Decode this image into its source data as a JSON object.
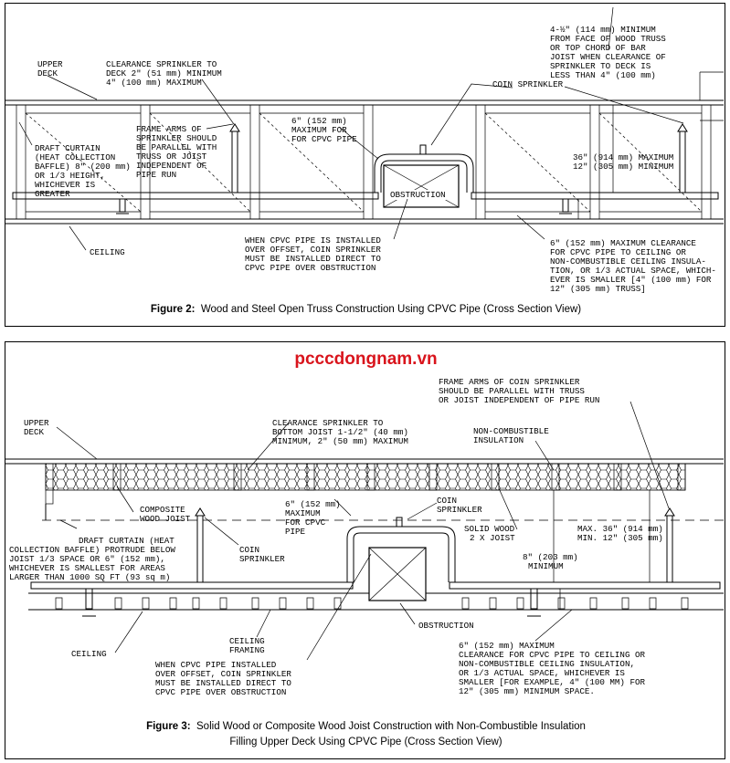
{
  "figure2": {
    "caption_num": "Figure 2:",
    "caption_text": "Wood and Steel Open Truss Construction Using CPVC Pipe (Cross Section View)",
    "labels": {
      "upper_deck": [
        "UPPER",
        "DECK"
      ],
      "clearance_sprinkler": [
        "CLEARANCE SPRINKLER TO",
        "DECK 2\" (51 mm) MINIMUM",
        "4\" (100 mm) MAXIMUM"
      ],
      "frame_arms": [
        "FRAME ARMS OF",
        "SPRINKLER SHOULD",
        "BE PARALLEL WITH",
        "TRUSS OR JOIST",
        "INDEPENDENT OF",
        "PIPE RUN"
      ],
      "draft_curtain": [
        "DRAFT CURTAIN",
        "(HEAT COLLECTION",
        "BAFFLE) 8\" (200 mm)",
        "OR 1/3 HEIGHT,",
        "WHICHEVER IS",
        "GREATER"
      ],
      "six_inch": [
        "6\" (152 mm)",
        "MAXIMUM FOR",
        "FOR CPVC PIPE"
      ],
      "coin_sprinkler": "COIN SPRINKLER",
      "obstruction": "OBSTRUCTION",
      "ceiling": "CEILING",
      "offset_note": [
        "WHEN CPVC PIPE IS INSTALLED",
        "OVER OFFSET, COIN SPRINKLER",
        "MUST BE INSTALLED DIRECT TO",
        "CPVC PIPE OVER OBSTRUCTION"
      ],
      "top_right": [
        "4-½\" (114 mm) MINIMUM",
        "FROM FACE OF WOOD TRUSS",
        "OR TOP CHORD OF BAR",
        "JOIST WHEN CLEARANCE OF",
        "SPRINKLER TO DECK IS",
        "LESS THAN 4\" (100 mm)"
      ],
      "max_min": [
        "36\" (914 mm) MAXIMUM",
        "12\" (305 mm) MINIMUM"
      ],
      "clearance_note": [
        "6\" (152 mm) MAXIMUM CLEARANCE",
        "FOR CPVC PIPE TO CEILING OR",
        "NON-COMBUSTIBLE CEILING INSULA-",
        "TION, OR 1/3 ACTUAL SPACE, WHICH-",
        "EVER IS SMALLER [4\" (100 mm) FOR",
        "12\" (305 mm) TRUSS]"
      ]
    }
  },
  "figure3": {
    "watermark": "pcccdongnam.vn",
    "caption_num": "Figure 3:",
    "caption_line1": "Solid Wood or Composite Wood Joist Construction with Non-Combustible Insulation",
    "caption_line2": "Filling Upper Deck Using CPVC Pipe (Cross Section View)",
    "labels": {
      "frame_arms": [
        "FRAME ARMS OF COIN SPRINKLER",
        "SHOULD BE PARALLEL WITH TRUSS",
        "OR JOIST INDEPENDENT OF PIPE RUN"
      ],
      "upper_deck": [
        "UPPER",
        "DECK"
      ],
      "clearance_sprinkler": [
        "CLEARANCE SPRINKLER TO",
        "BOTTOM JOIST 1-1/2\" (40 mm)",
        "MINIMUM, 2\" (50 mm) MAXIMUM"
      ],
      "non_combustible": [
        "NON-COMBUSTIBLE",
        "INSULATION"
      ],
      "composite": [
        "COMPOSITE",
        "WOOD JOIST"
      ],
      "six_inch": [
        "6\" (152 mm)",
        "MAXIMUM",
        "FOR CPVC",
        "PIPE"
      ],
      "coin_sprinkler_a": [
        "COIN",
        "SPRINKLER"
      ],
      "solid_wood": [
        "SOLID WOOD",
        "2 X JOIST"
      ],
      "max_min": [
        "MAX. 36\" (914 mm)",
        "MIN. 12\" (305 mm)"
      ],
      "draft_curtain": [
        "DRAFT CURTAIN (HEAT",
        "COLLECTION BAFFLE) PROTRUDE BELOW",
        "JOIST 1/3 SPACE OR 6\" (152 mm),",
        "WHICHEVER IS SMALLEST FOR AREAS",
        "LARGER THAN 1000 SQ FT (93 sq m)"
      ],
      "coin_sprinkler_b": [
        "COIN",
        "SPRINKLER"
      ],
      "eight_inch": [
        "8\" (203 mm)",
        "MINIMUM"
      ],
      "obstruction": "OBSTRUCTION",
      "ceiling_framing": [
        "CEILING",
        "FRAMING"
      ],
      "ceiling": "CEILING",
      "offset_note": [
        "WHEN CPVC PIPE INSTALLED",
        "OVER OFFSET, COIN SPRINKLER",
        "MUST BE INSTALLED DIRECT TO",
        "CPVC PIPE OVER OBSTRUCTION"
      ],
      "clearance_note": [
        "6\" (152 mm) MAXIMUM",
        "CLEARANCE FOR CPVC PIPE TO CEILING OR",
        "NON-COMBUSTIBLE CEILING INSULATION,",
        "OR 1/3 ACTUAL SPACE, WHICHEVER IS",
        "SMALLER [FOR EXAMPLE, 4\" (100 MM) FOR",
        "12\" (305 mm) MINIMUM SPACE."
      ]
    }
  }
}
